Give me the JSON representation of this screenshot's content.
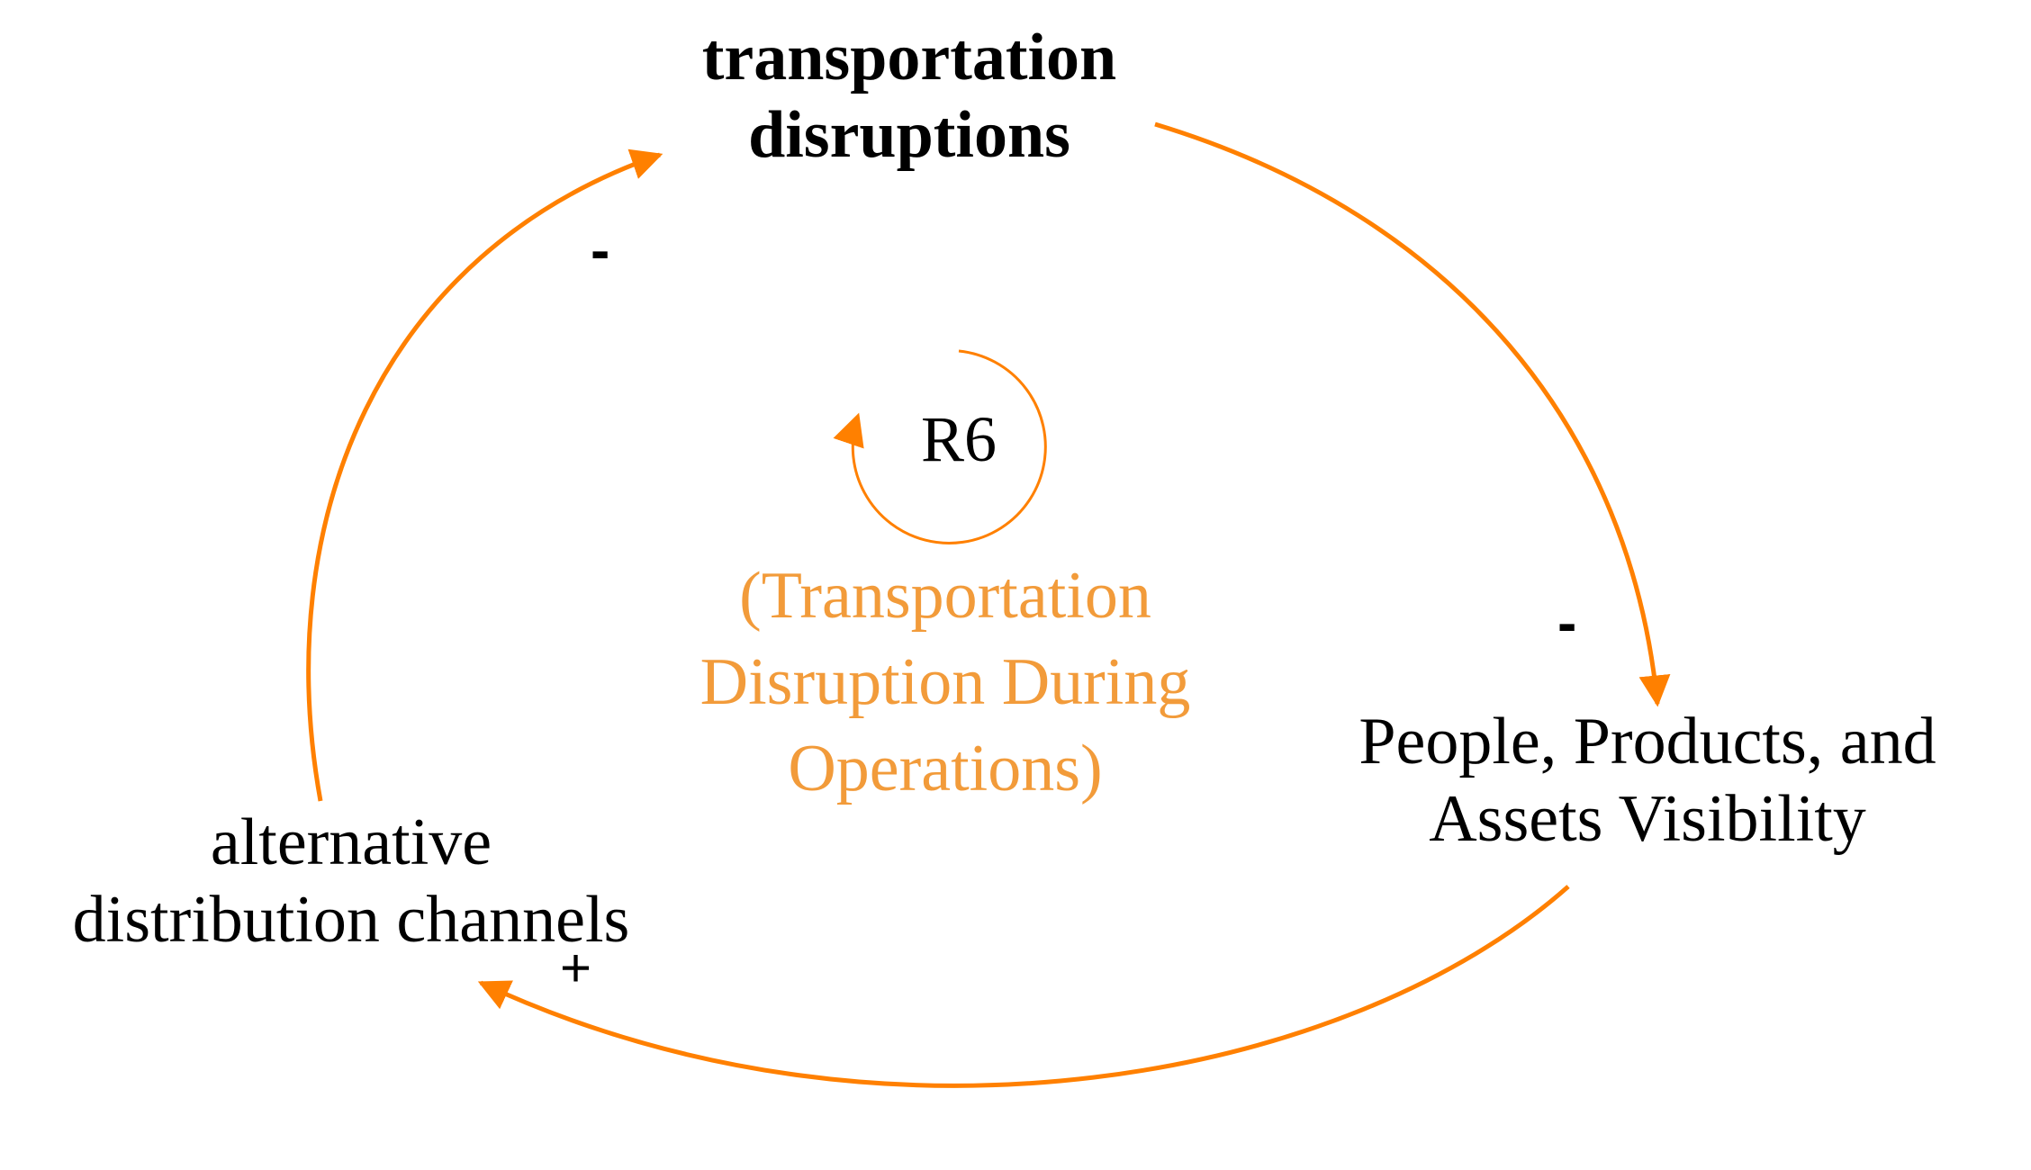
{
  "diagram": {
    "nodes": {
      "top": [
        "transportation",
        "disruptions"
      ],
      "right": [
        "People, Products, and",
        "Assets Visibility"
      ],
      "left": [
        "alternative",
        "distribution channels"
      ]
    },
    "loop": {
      "name": "R6",
      "description": [
        "(Transportation",
        "Disruption During",
        "Operations)"
      ]
    },
    "polarities": {
      "top_to_right": "-",
      "right_to_left": "+",
      "left_to_top": "-"
    },
    "colors": {
      "link": "#ff8000",
      "loop_text": "#f29b3a",
      "node_text": "#000000"
    }
  }
}
